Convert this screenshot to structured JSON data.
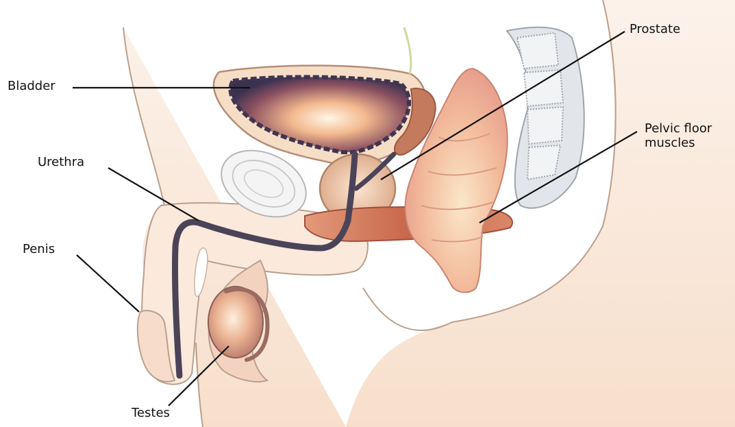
{
  "labels": {
    "bladder": "Bladder",
    "urethra": "Urethra",
    "penis": "Penis",
    "testes": "Testes",
    "prostate": "Prostate",
    "pelvic_floor_line1": "Pelvic floor",
    "pelvic_floor_line2": "muscles"
  },
  "colors": {
    "skin": "#f9e6d6",
    "outline": "#b9a08e",
    "bladder_outer": "#f6ddc6",
    "bladder_wall": "#3f3550",
    "prostate": "#f0c5a4",
    "muscle": "#cf7a5c",
    "urethra": "#4b4458",
    "leader": "#111111"
  }
}
